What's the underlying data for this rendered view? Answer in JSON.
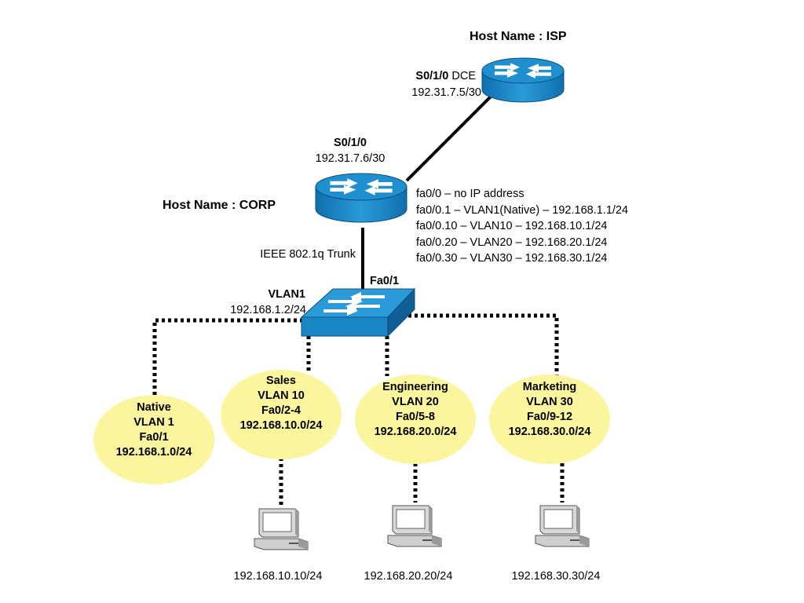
{
  "isp": {
    "hostname": "Host Name : ISP"
  },
  "isp_link": {
    "interface": "S0/1/0",
    "mode": "DCE",
    "ip": "192.31.7.5/30"
  },
  "corp": {
    "hostname": "Host Name : CORP"
  },
  "corp_link": {
    "interface": "S0/1/0",
    "ip": "192.31.7.6/30"
  },
  "subinterfaces": [
    "fa0/0 – no IP address",
    "fa0/0.1 – VLAN1(Native) – 192.168.1.1/24",
    "fa0/0.10 – VLAN10 – 192.168.10.1/24",
    "fa0/0.20 – VLAN20 – 192.168.20.1/24",
    "fa0/0.30 – VLAN30 – 192.168.30.1/24"
  ],
  "trunk": {
    "label": "IEEE 802.1q Trunk",
    "port": "Fa0/1"
  },
  "switch": {
    "vlan": "VLAN1",
    "ip": "192.168.1.2/24"
  },
  "vlans": [
    {
      "name": "Native",
      "vlan": "VLAN 1",
      "ports": "Fa0/1",
      "subnet": "192.168.1.0/24"
    },
    {
      "name": "Sales",
      "vlan": "VLAN 10",
      "ports": "Fa0/2-4",
      "subnet": "192.168.10.0/24"
    },
    {
      "name": "Engineering",
      "vlan": "VLAN 20",
      "ports": "Fa0/5-8",
      "subnet": "192.168.20.0/24"
    },
    {
      "name": "Marketing",
      "vlan": "VLAN 30",
      "ports": "Fa0/9-12",
      "subnet": "192.168.30.0/24"
    }
  ],
  "hosts": [
    {
      "ip": "192.168.10.10/24"
    },
    {
      "ip": "192.168.20.20/24"
    },
    {
      "ip": "192.168.30.30/24"
    }
  ],
  "colors": {
    "device": "#1a86c6",
    "device_dark": "#0e5f96",
    "vlan_fill": "#fbf59d",
    "line": "#000000"
  }
}
